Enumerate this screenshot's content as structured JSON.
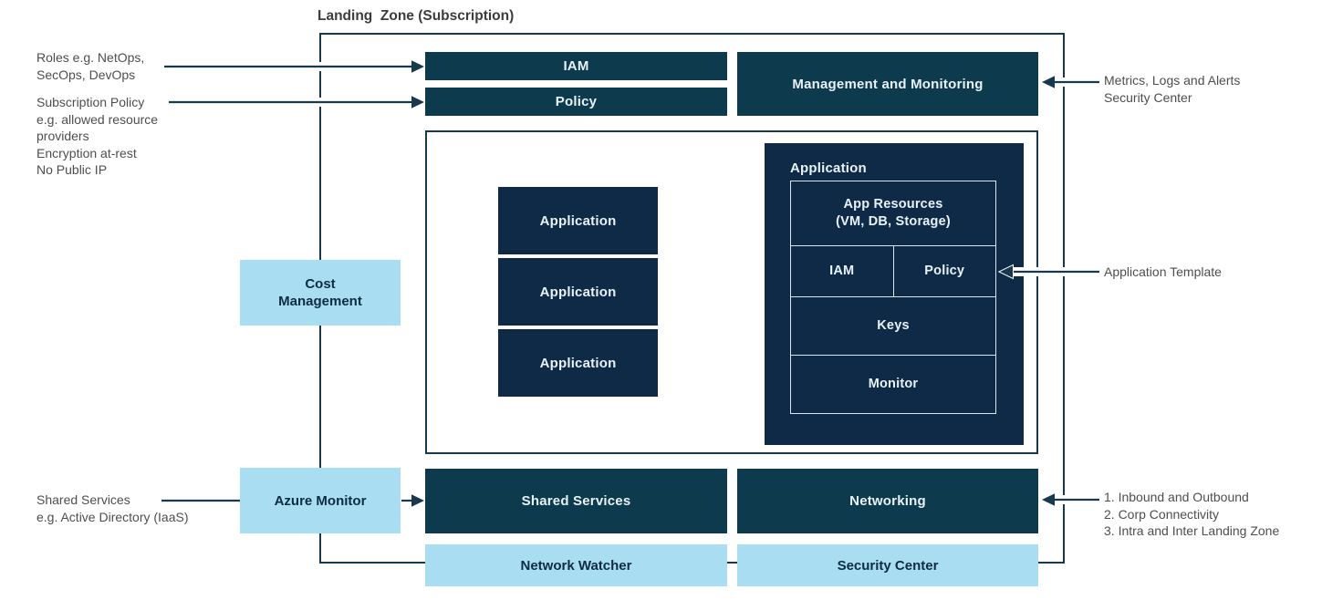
{
  "title": "Landing  Zone (Subscription)",
  "colors": {
    "teal": "#0D3A4C",
    "navy": "#0F2A47",
    "light_blue": "#A9DDF2",
    "line": "#17384D",
    "dark_box_text": "#E8F2F8",
    "annotation_text": "#4E4E4E"
  },
  "zone": {
    "iam": "IAM",
    "policy": "Policy",
    "management": "Management and Monitoring",
    "apps": [
      "Application",
      "Application",
      "Application"
    ],
    "app_template": {
      "title": "Application",
      "app_resources": [
        "App Resources",
        "(VM, DB, Storage)"
      ],
      "iam": "IAM",
      "policy": "Policy",
      "keys": "Keys",
      "monitor": "Monitor"
    },
    "shared_services": "Shared Services",
    "networking": "Networking",
    "network_watcher": "Network Watcher",
    "security_center": "Security Center"
  },
  "side": {
    "cost_management": "Cost Management",
    "azure_monitor": "Azure Monitor"
  },
  "annotations": {
    "roles": [
      "Roles e.g. NetOps,",
      "SecOps, DevOps"
    ],
    "subscription_policy": [
      "Subscription Policy",
      "e.g. allowed resource",
      "providers",
      "Encryption at-rest",
      "No Public IP"
    ],
    "shared_services": [
      "Shared Services",
      "e.g. Active Directory (IaaS)"
    ],
    "metrics": [
      "Metrics, Logs and Alerts",
      "Security Center"
    ],
    "application_template": "Application Template",
    "networking": [
      "1. Inbound and Outbound",
      "2. Corp Connectivity",
      "3. Intra and Inter Landing Zone"
    ]
  }
}
